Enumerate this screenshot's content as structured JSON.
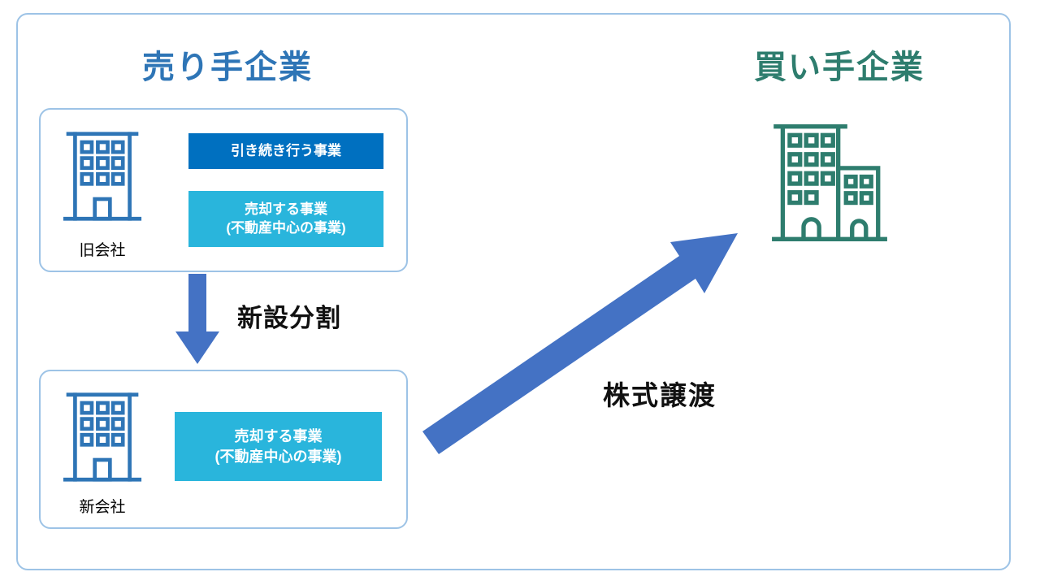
{
  "diagram": {
    "seller_title": "売り手企業",
    "buyer_title": "買い手企業",
    "old_company": {
      "label": "旧会社",
      "businesses": [
        {
          "label": "引き続き行う事業"
        },
        {
          "label": "売却する事業\n(不動産中心の事業)"
        }
      ]
    },
    "new_company": {
      "label": "新会社",
      "businesses": [
        {
          "label": "売却する事業\n(不動産中心の事業)"
        }
      ]
    },
    "split_arrow_label": "新設分割",
    "transfer_arrow_label": "株式譲渡"
  },
  "colors": {
    "frame_border": "#9DC3E6",
    "seller_blue": "#2E75B6",
    "buyer_teal": "#2E7D6E",
    "continue_business_bg": "#0070C0",
    "sell_business_bg": "#29B5DC",
    "arrow_blue": "#4472C4",
    "label_text": "#111111"
  }
}
